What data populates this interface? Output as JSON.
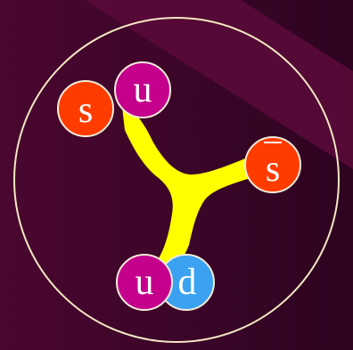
{
  "diagram": {
    "colors": {
      "background": "#3d0628",
      "stripe": "#5a0a3a",
      "circle_stroke": "#f3e7c2",
      "flux_tube": "#ffff00",
      "strange_quark": "#ff3c00",
      "up_quark": "#c4008c",
      "down_quark": "#3aa2f0",
      "quark_stroke": "#f3ecd9",
      "label_text": "#ffffff"
    },
    "quarks": {
      "s_left": {
        "label": "s",
        "color": "#ff3c00",
        "icon": "strange-quark"
      },
      "u_top": {
        "label": "u",
        "color": "#c4008c",
        "icon": "up-quark"
      },
      "s_bar": {
        "label": "s",
        "overline": true,
        "color": "#ff3c00",
        "icon": "anti-strange-quark"
      },
      "u_bottom": {
        "label": "u",
        "color": "#c4008c",
        "icon": "up-quark"
      },
      "d_bottom": {
        "label": "d",
        "color": "#3aa2f0",
        "icon": "down-quark"
      }
    }
  }
}
